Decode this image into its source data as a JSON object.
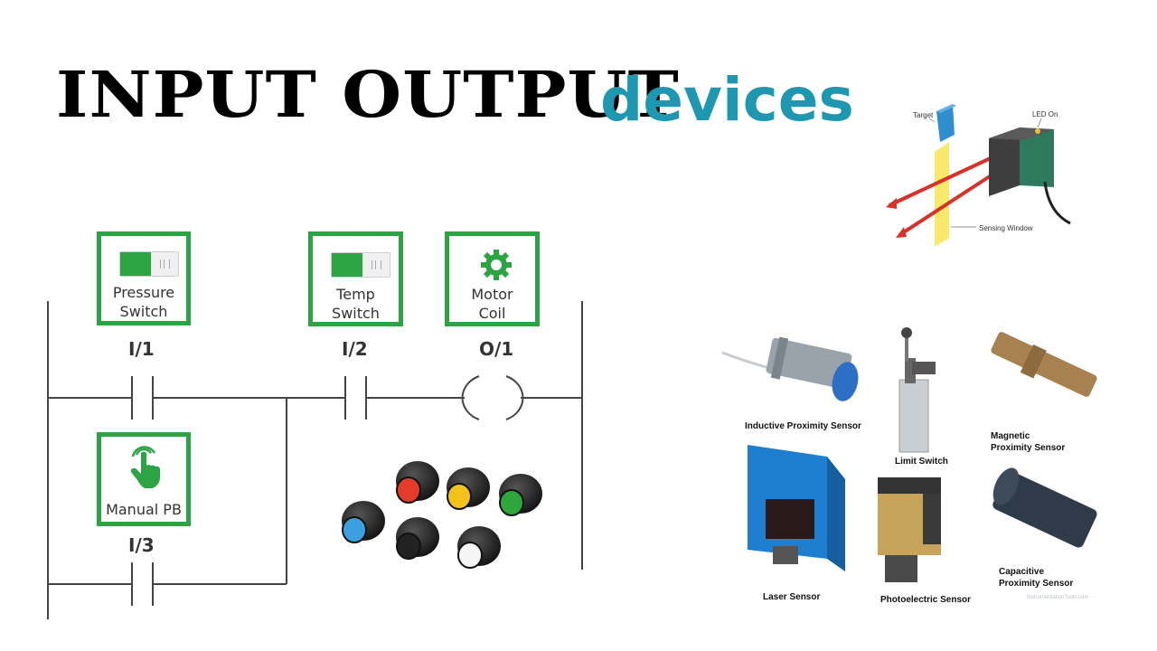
{
  "title": {
    "main": "INPUT OUTPUT",
    "sub": "devices"
  },
  "ladder": {
    "cards": [
      {
        "id": "pressure",
        "label": "Pressure\nSwitch",
        "icon": "toggle-switch-icon"
      },
      {
        "id": "temp",
        "label": "Temp\nSwitch",
        "icon": "toggle-switch-icon"
      },
      {
        "id": "motor",
        "label": "Motor\nCoil",
        "icon": "gear-icon"
      },
      {
        "id": "manual",
        "label": "Manual PB",
        "icon": "hand-tap-icon"
      }
    ],
    "addresses": {
      "i1": "I/1",
      "i2": "I/2",
      "o1": "O/1",
      "i3": "I/3"
    }
  },
  "photo_diagram": {
    "target": "Target",
    "led_on": "LED On",
    "sensing_window": "Sensing Window"
  },
  "sensors": {
    "inductive": "Inductive Proximity Sensor",
    "limit": "Limit Switch",
    "magnetic": "Magnetic\nProximity Sensor",
    "laser": "Laser Sensor",
    "photoelectric": "Photoelectric Sensor",
    "capacitive": "Capacitive\nProximity Sensor",
    "watermark": "InstrumentationTools.com"
  },
  "colors": {
    "green": "#2ca444",
    "teal": "#1e97b0",
    "red": "#e23a2d",
    "yellow": "#f5e063"
  },
  "pushbutton_caps": [
    "#e43b2b",
    "#f2c21b",
    "#2fa63c",
    "#3aa0e0",
    "#222222",
    "#f5f5f5"
  ]
}
